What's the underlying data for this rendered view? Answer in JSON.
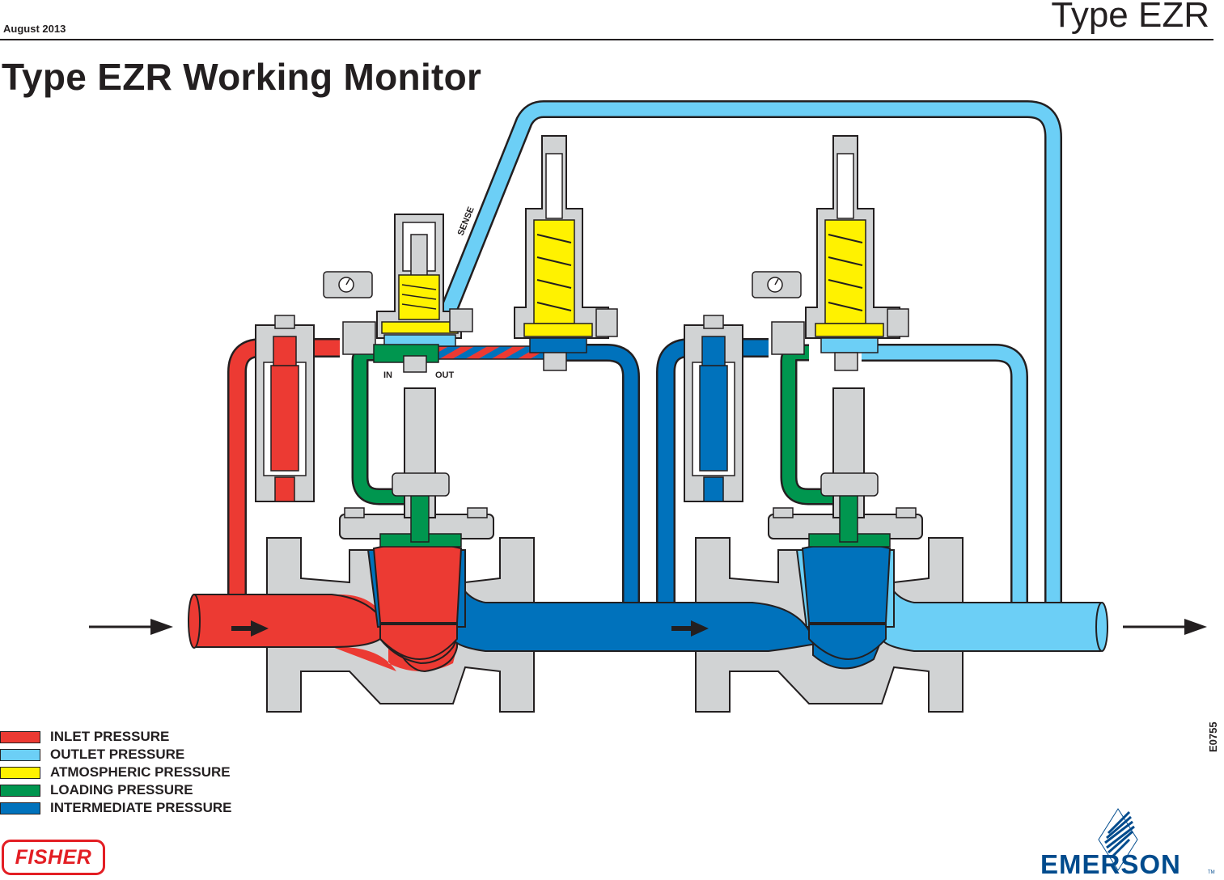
{
  "header": {
    "date": "August 2013",
    "doc_type": "Type EZR",
    "title": "Type EZR Working Monitor"
  },
  "diagram": {
    "sense_label": "SENSE",
    "pilot_in_label": "IN",
    "pilot_out_label": "OUT",
    "figure_id": "E0755"
  },
  "colors": {
    "inlet": "#ec3a33",
    "outlet": "#6ccff6",
    "atmospheric": "#fff200",
    "loading": "#00964f",
    "intermediate": "#0072bc",
    "body": "#d1d3d4",
    "outline": "#231f20"
  },
  "legend": [
    {
      "label": "INLET PRESSURE",
      "color": "#ec3a33"
    },
    {
      "label": "OUTLET PRESSURE",
      "color": "#6ccff6"
    },
    {
      "label": "ATMOSPHERIC PRESSURE",
      "color": "#fff200"
    },
    {
      "label": "LOADING PRESSURE",
      "color": "#00964f"
    },
    {
      "label": "INTERMEDIATE PRESSURE",
      "color": "#0072bc"
    }
  ],
  "footer": {
    "fisher_logo_text": "FISHER",
    "emerson_logo_text": "EMERSON",
    "emerson_tm": "TM"
  }
}
